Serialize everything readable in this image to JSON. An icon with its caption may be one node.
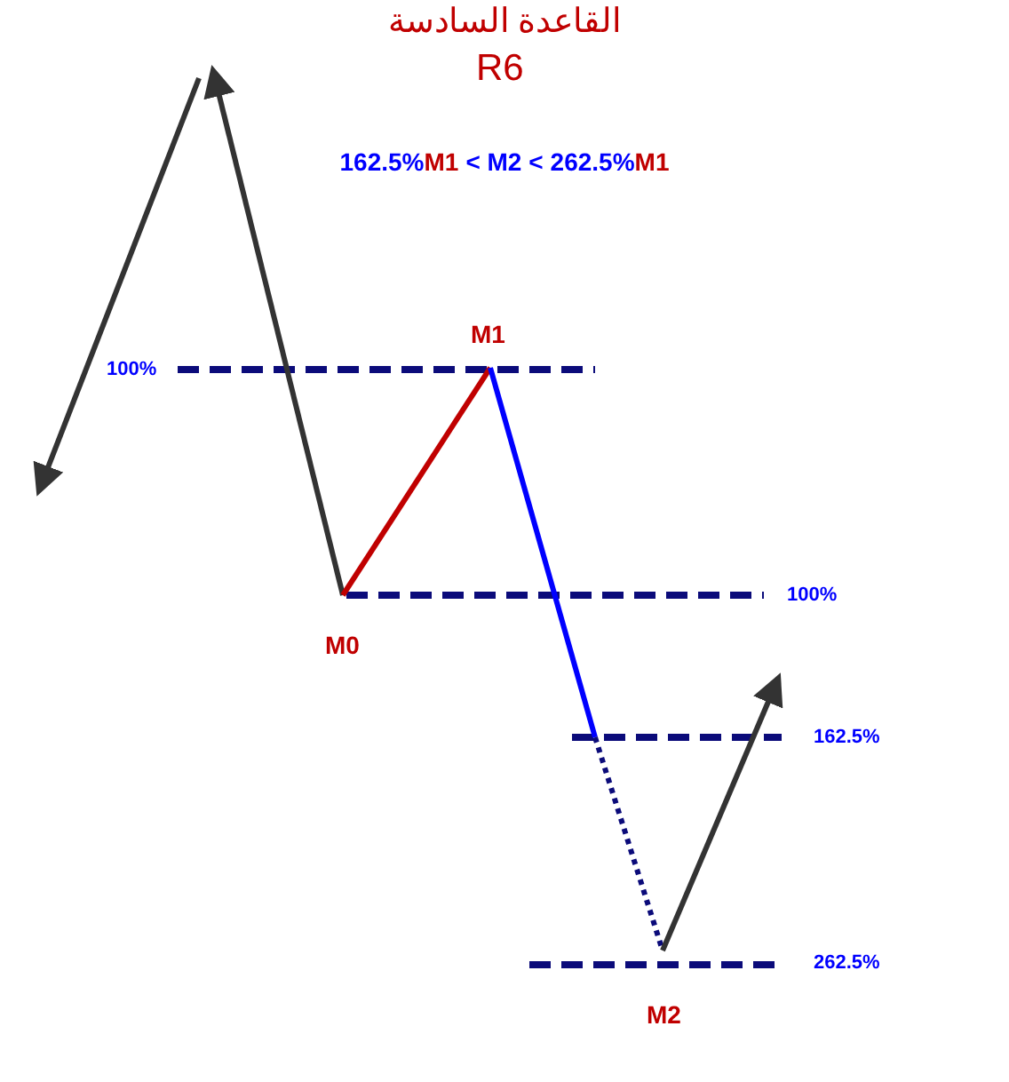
{
  "diagram": {
    "title": "القاعدة السادسة",
    "labels": [
      "R6",
      "162.5%",
      "M1",
      "< M2 <",
      "262.5%",
      "M1",
      "M1",
      "100%",
      "100%",
      "M0",
      "162.5%",
      "262.5%",
      "M2"
    ]
  }
}
